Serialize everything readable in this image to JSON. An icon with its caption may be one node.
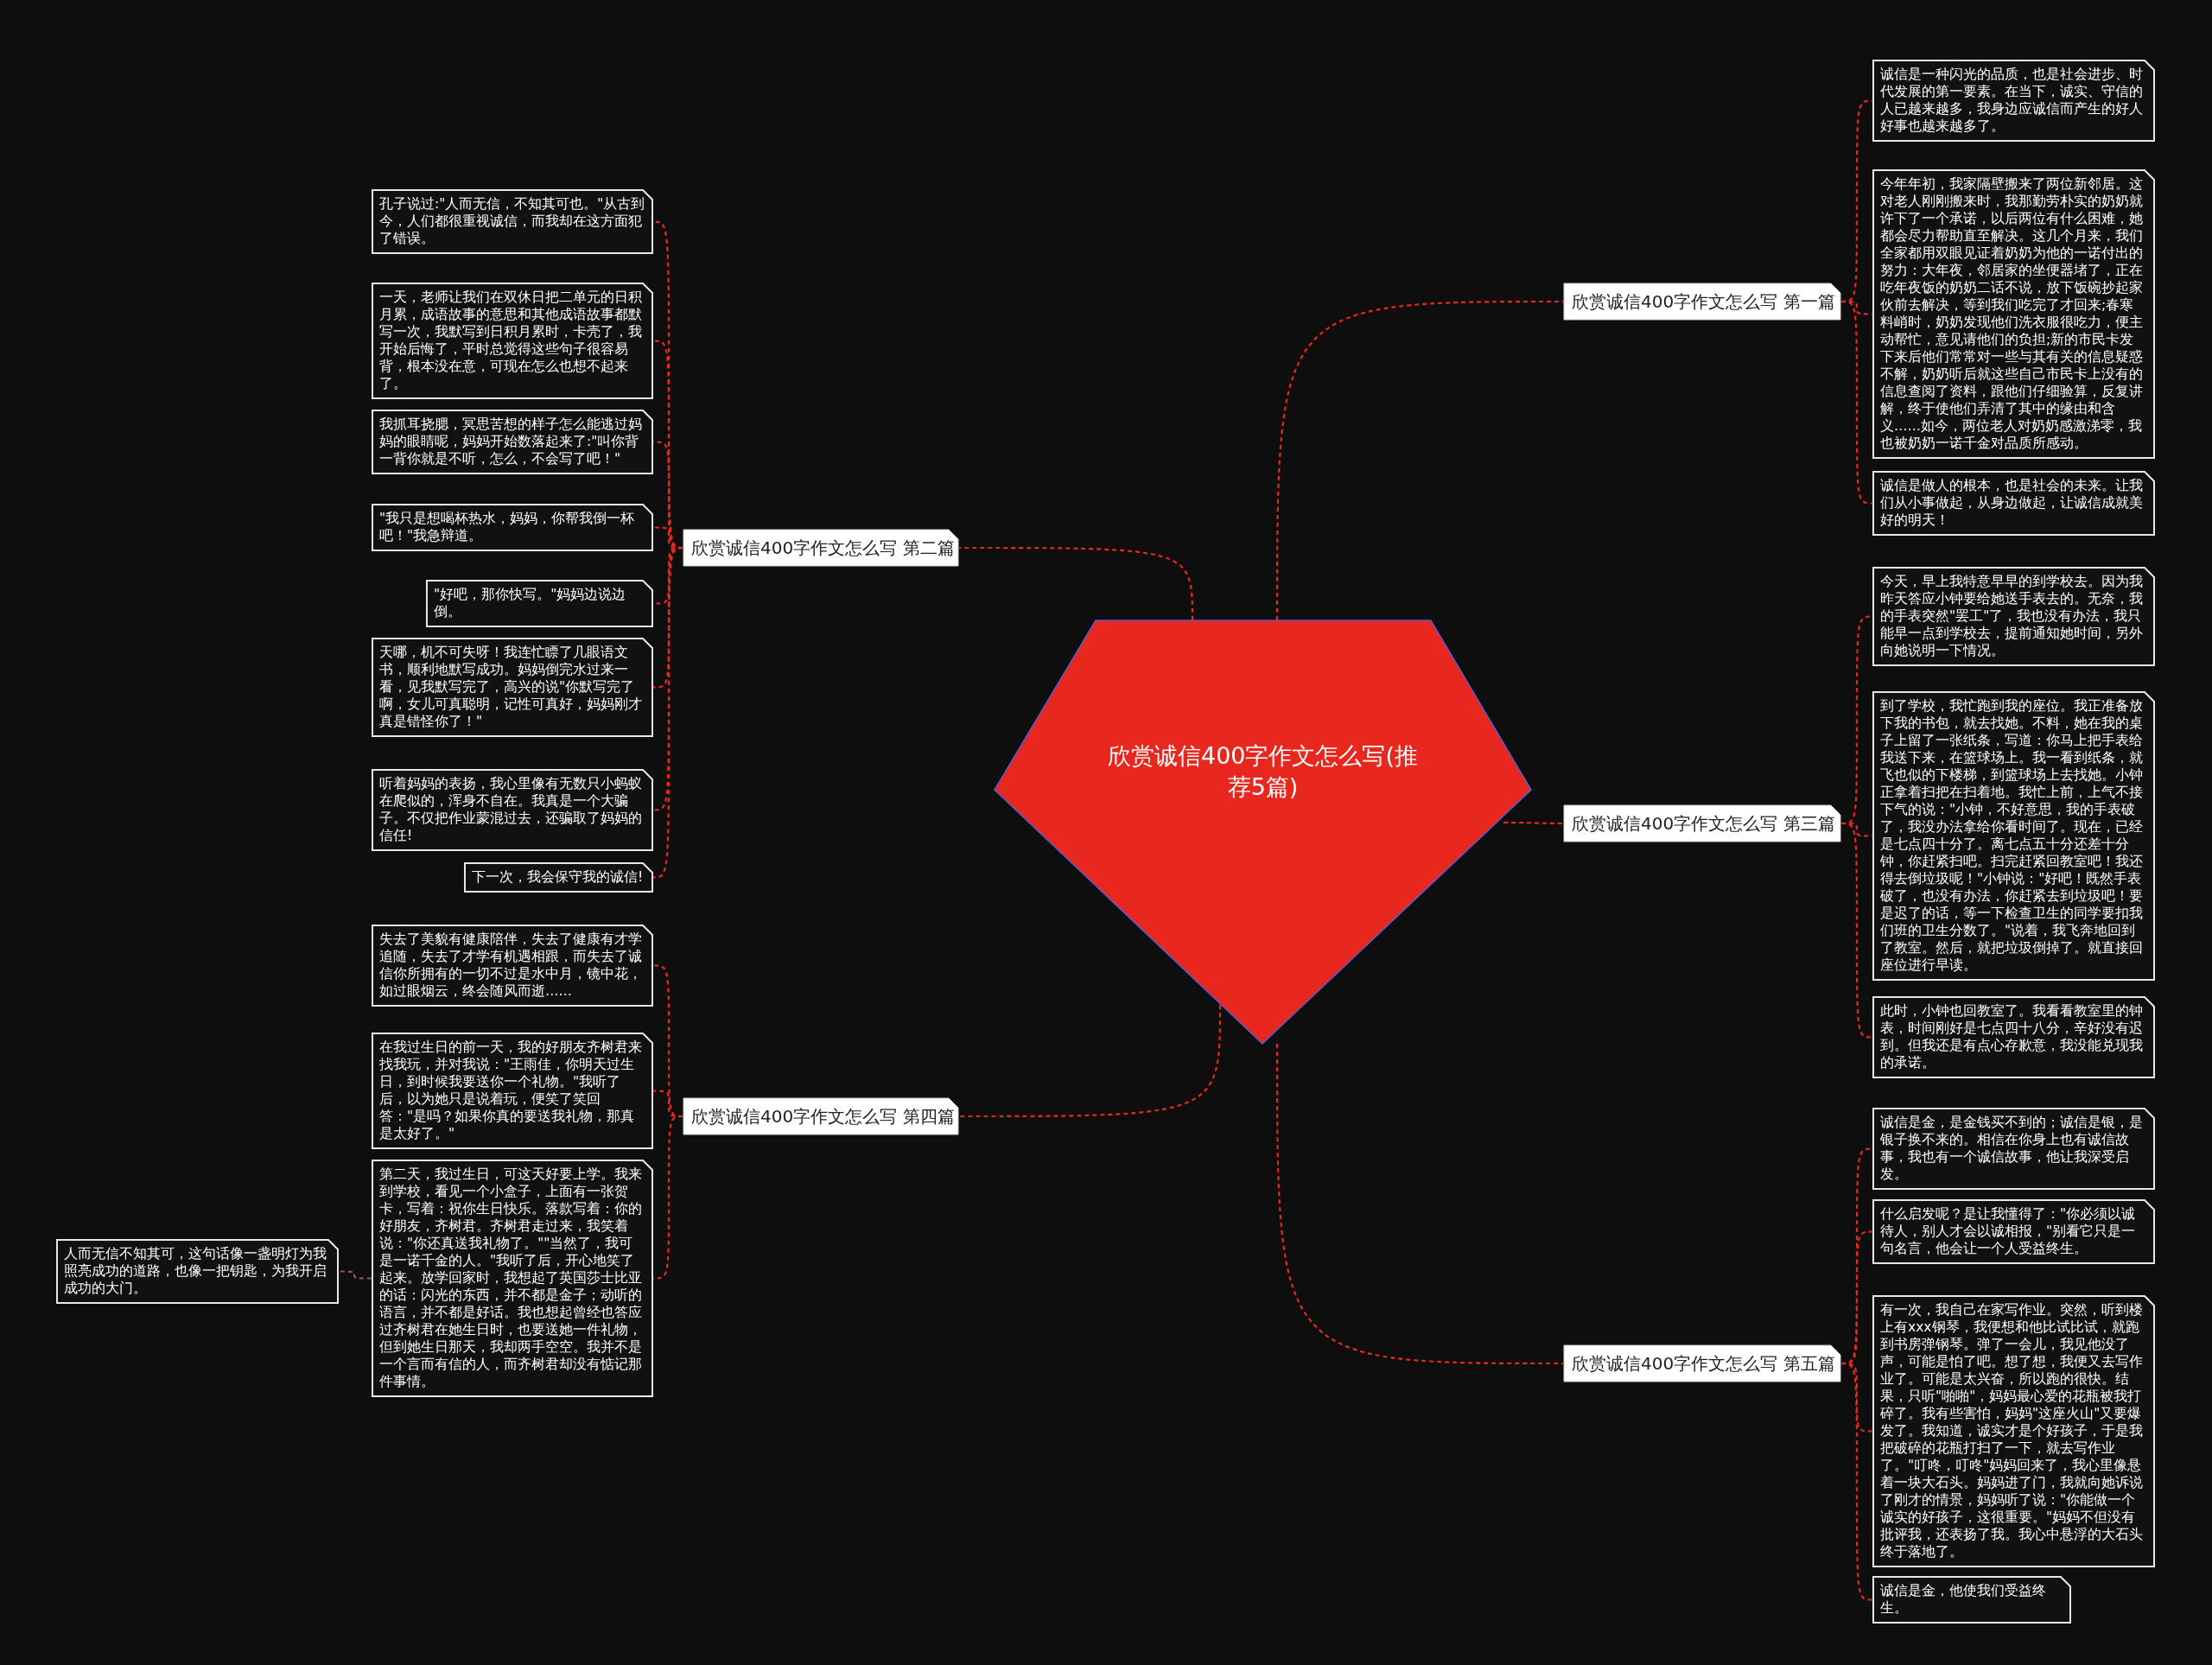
{
  "diagram": {
    "nodes": [
      {
        "text": [
          "欣赏诚信400字作文怎么写(推荐5篇)"
        ]
      },
      {
        "text": [
          "欣赏诚信400字作文怎么写 第一篇"
        ]
      },
      {
        "text": [
          "诚信是一种闪光的品质，也是社会进步、时代发展的第一要素。在当下，诚实、守信的人已越来越多，我身边应诚信而产生的好人好事也越来越多了。"
        ]
      },
      {
        "text": [
          "今年年初，我家隔壁搬来了两位新邻居。这对老人刚刚搬来时，我那勤劳朴实的奶奶就许下了一个承诺，以后两位有什么困难，她都会尽力帮助直至解决。这几个月来，我们全家都用双眼见证着奶奶为他的一诺付出的努力：大年夜，邻居家的坐便器堵了，正在吃年夜饭的奶奶二话不说，放下饭碗抄起家伙前去解决，等到我们吃完了才回来;春寒料峭时，奶奶发现他们洗衣服很吃力，便主动帮忙，意见请他们的负担;新的市民卡发下来后他们常常对一些与其有关的信息疑惑不解，奶奶听后就这些自己市民卡上没有的信息查阅了资料，跟他们仔细验算，反复讲解，终于使他们弄清了其中的缘由和含义……如今，两位老人对奶奶感激涕零，我也被奶奶一诺千金对品质所感动。"
        ]
      },
      {
        "text": [
          "诚信是做人的根本，也是社会的未来。让我们从小事做起，从身边做起，让诚信成就美好的明天！"
        ]
      },
      {
        "text": [
          "欣赏诚信400字作文怎么写 第二篇"
        ]
      },
      {
        "text": [
          "孔子说过:\"人而无信，不知其可也。\"从古到今，人们都很重视诚信，而我却在这方面犯了错误。"
        ]
      },
      {
        "text": [
          "一天，老师让我们在双休日把二单元的日积月累，成语故事的意思和其他成语故事都默写一次，我默写到日积月累时，卡壳了，我开始后悔了，平时总觉得这些句子很容易背，根本没在意，可现在怎么也想不起来了。"
        ]
      },
      {
        "text": [
          "我抓耳挠腮，冥思苦想的样子怎么能逃过妈妈的眼睛呢，妈妈开始数落起来了:\"叫你背一背你就是不听，怎么，不会写了吧！\""
        ]
      },
      {
        "text": [
          "\"我只是想喝杯热水，妈妈，你帮我倒一杯吧！\"我急辩道。"
        ]
      },
      {
        "text": [
          "\"好吧，那你快写。\"妈妈边说边倒。"
        ]
      },
      {
        "text": [
          "天哪，机不可失呀！我连忙瞟了几眼语文书，顺利地默写成功。妈妈倒完水过来一看，见我默写完了，高兴的说\"你默写完了啊，女儿可真聪明，记性可真好，妈妈刚才真是错怪你了！\""
        ]
      },
      {
        "text": [
          "听着妈妈的表扬，我心里像有无数只小蚂蚁在爬似的，浑身不自在。我真是一个大骗子。不仅把作业蒙混过去，还骗取了妈妈的信任!"
        ]
      },
      {
        "text": [
          "下一次，我会保守我的诚信!"
        ]
      },
      {
        "text": [
          "欣赏诚信400字作文怎么写 第三篇"
        ]
      },
      {
        "text": [
          "今天，早上我特意早早的到学校去。因为我昨天答应小钟要给她送手表去的。无奈，我的手表突然\"罢工\"了，我也没有办法，我只能早一点到学校去，提前通知她时间，另外向她说明一下情况。"
        ]
      },
      {
        "text": [
          "到了学校，我忙跑到我的座位。我正准备放下我的书包，就去找她。不料，她在我的桌子上留了一张纸条，写道：你马上把手表给我送下来，在篮球场上。我一看到纸条，就飞也似的下楼梯，到篮球场上去找她。小钟正拿着扫把在扫着地。我忙上前，上气不接下气的说：\"小钟，不好意思，我的手表破了，我没办法拿给你看时间了。现在，已经是七点四十分了。离七点五十分还差十分钟，你赶紧扫吧。扫完赶紧回教室吧！我还得去倒垃圾呢！\"小钟说：\"好吧！既然手表破了，也没有办法，你赶紧去到垃圾吧！要是迟了的话，等一下检查卫生的同学要扣我们班的卫生分数了。\"说着，我飞奔地回到了教室。然后，就把垃圾倒掉了。就直接回座位进行早读。"
        ]
      },
      {
        "text": [
          "此时，小钟也回教室了。我看看教室里的钟表，时间刚好是七点四十八分，辛好没有迟到。但我还是有点心存歉意，我没能兑现我的承诺。"
        ]
      },
      {
        "text": [
          "欣赏诚信400字作文怎么写 第四篇"
        ]
      },
      {
        "text": [
          "失去了美貌有健康陪伴，失去了健康有才学追随，失去了才学有机遇相跟，而失去了诚信你所拥有的一切不过是水中月，镜中花，如过眼烟云，终会随风而逝……"
        ]
      },
      {
        "text": [
          "在我过生日的前一天，我的好朋友齐树君来找我玩，并对我说：\"王雨佳，你明天过生日，到时候我要送你一个礼物。\"我听了后，以为她只是说着玩，便笑了笑回答：\"是吗？如果你真的要送我礼物，那真是太好了。\""
        ]
      },
      {
        "text": [
          "第二天，我过生日，可这天好要上学。我来到学校，看见一个小盒子，上面有一张贺卡，写着：祝你生日快乐。落款写着：你的好朋友，齐树君。齐树君走过来，我笑着说：\"你还真送我礼物了。\"\"当然了，我可是一诺千金的人。\"我听了后，开心地笑了起来。放学回家时，我想起了英国莎士比亚的话：闪光的东西，并不都是金子；动听的语言，并不都是好话。我也想起曾经也答应过齐树君在她生日时，也要送她一件礼物，但到她生日那天，我却两手空空。我并不是一个言而有信的人，而齐树君却没有惦记那件事情。"
        ]
      },
      {
        "text": [
          "人而无信不知其可，这句话像一盏明灯为我照亮成功的道路，也像一把钥匙，为我开启成功的大门。"
        ]
      },
      {
        "text": [
          "欣赏诚信400字作文怎么写 第五篇"
        ]
      },
      {
        "text": [
          "诚信是金，是金钱买不到的；诚信是银，是银子换不来的。相信在你身上也有诚信故事，我也有一个诚信故事，他让我深受启发。"
        ]
      },
      {
        "text": [
          "什么启发呢？是让我懂得了：\"你必须以诚待人，别人才会以诚相报，\"别看它只是一句名言，他会让一个人受益终生。"
        ]
      },
      {
        "text": [
          "有一次，我自己在家写作业。突然，听到楼上有xxx钢琴，我便想和他比试比试，就跑到书房弹钢琴。弹了一会儿，我见他没了声，可能是怕了吧。想了想，我便又去写作业了。可能是太兴奋，所以跑的很快。结果，只听\"啪啪\"，妈妈最心爱的花瓶被我打碎了。我有些害怕，妈妈\"这座火山\"又要爆发了。我知道，诚实才是个好孩子，于是我把破碎的花瓶打扫了一下，就去写作业了。\"叮咚，叮咚\"妈妈回来了，我心里像悬着一块大石头。妈妈进了门，我就向她诉说了刚才的情景，妈妈听了说：\"你能做一个诚实的好孩子，这很重要。\"妈妈不但没有批评我，还表扬了我。我心中悬浮的大石头终于落地了。"
        ]
      },
      {
        "text": [
          "诚信是金，他使我们受益终生。"
        ]
      }
    ],
    "edges": [
      {
        "from": 0,
        "to": 1,
        "arrow": "none",
        "style": "dashed"
      },
      {
        "from": 1,
        "to": 2,
        "arrow": "none",
        "style": "dashed"
      },
      {
        "from": 1,
        "to": 3,
        "arrow": "none",
        "style": "dashed"
      },
      {
        "from": 1,
        "to": 4,
        "arrow": "none",
        "style": "dashed"
      },
      {
        "from": 0,
        "to": 5,
        "arrow": "none",
        "style": "dashed"
      },
      {
        "from": 5,
        "to": 6,
        "arrow": "none",
        "style": "dashed"
      },
      {
        "from": 5,
        "to": 7,
        "arrow": "none",
        "style": "dashed"
      },
      {
        "from": 5,
        "to": 8,
        "arrow": "none",
        "style": "dashed"
      },
      {
        "from": 5,
        "to": 9,
        "arrow": "none",
        "style": "dashed"
      },
      {
        "from": 5,
        "to": 10,
        "arrow": "none",
        "style": "dashed"
      },
      {
        "from": 5,
        "to": 11,
        "arrow": "none",
        "style": "dashed"
      },
      {
        "from": 5,
        "to": 12,
        "arrow": "none",
        "style": "dashed"
      },
      {
        "from": 5,
        "to": 13,
        "arrow": "none",
        "style": "dashed"
      },
      {
        "from": 0,
        "to": 14,
        "arrow": "none",
        "style": "dashed"
      },
      {
        "from": 14,
        "to": 15,
        "arrow": "none",
        "style": "dashed"
      },
      {
        "from": 14,
        "to": 16,
        "arrow": "none",
        "style": "dashed"
      },
      {
        "from": 14,
        "to": 17,
        "arrow": "none",
        "style": "dashed"
      },
      {
        "from": 0,
        "to": 18,
        "arrow": "none",
        "style": "dashed"
      },
      {
        "from": 18,
        "to": 19,
        "arrow": "none",
        "style": "dashed"
      },
      {
        "from": 18,
        "to": 20,
        "arrow": "none",
        "style": "dashed"
      },
      {
        "from": 18,
        "to": 21,
        "arrow": "none",
        "style": "dashed"
      },
      {
        "from": 21,
        "to": 22,
        "arrow": "none",
        "style": "dashed",
        "color": "#8a5a5a"
      },
      {
        "from": 0,
        "to": 23,
        "arrow": "none",
        "style": "dashed"
      },
      {
        "from": 23,
        "to": 24,
        "arrow": "none",
        "style": "dashed"
      },
      {
        "from": 23,
        "to": 25,
        "arrow": "none",
        "style": "dashed"
      },
      {
        "from": 23,
        "to": 26,
        "arrow": "none",
        "style": "dashed"
      },
      {
        "from": 23,
        "to": 27,
        "arrow": "none",
        "style": "dashed"
      }
    ]
  }
}
